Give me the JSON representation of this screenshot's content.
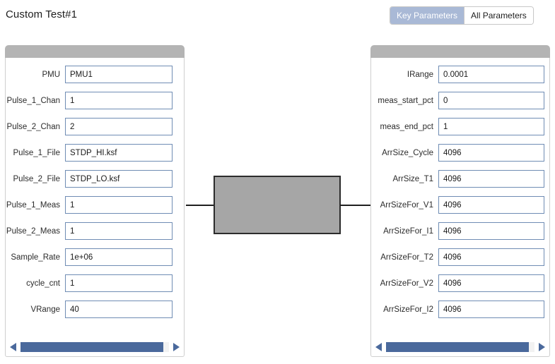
{
  "header": {
    "title": "Custom Test#1",
    "toggle": {
      "options": [
        {
          "label": "Key Parameters",
          "selected": true
        },
        {
          "label": "All Parameters",
          "selected": false
        }
      ]
    }
  },
  "colors": {
    "selected_toggle_bg": "#a9b9d6",
    "panel_header_bg": "#b4b4b4",
    "input_border": "#6f8cb4",
    "scrollbar_thumb": "#4a699c",
    "device_fill": "#a6a6a6",
    "device_border": "#2c2c2c"
  },
  "left_panel": {
    "rows": [
      {
        "label": "PMU",
        "value": "PMU1"
      },
      {
        "label": "Pulse_1_Chan",
        "value": "1"
      },
      {
        "label": "Pulse_2_Chan",
        "value": "2"
      },
      {
        "label": "Pulse_1_File",
        "value": "STDP_HI.ksf"
      },
      {
        "label": "Pulse_2_File",
        "value": "STDP_LO.ksf"
      },
      {
        "label": "Pulse_1_Meas",
        "value": "1"
      },
      {
        "label": "Pulse_2_Meas",
        "value": "1"
      },
      {
        "label": "Sample_Rate",
        "value": "1e+06"
      },
      {
        "label": "cycle_cnt",
        "value": "1"
      },
      {
        "label": "VRange",
        "value": "40"
      }
    ],
    "scrollbar": {
      "left_arrow": "triangle-left-icon",
      "right_arrow": "triangle-right-icon"
    }
  },
  "right_panel": {
    "rows": [
      {
        "label": "IRange",
        "value": "0.0001"
      },
      {
        "label": "meas_start_pct",
        "value": "0"
      },
      {
        "label": "meas_end_pct",
        "value": "1"
      },
      {
        "label": "ArrSize_Cycle",
        "value": "4096"
      },
      {
        "label": "ArrSize_T1",
        "value": "4096"
      },
      {
        "label": "ArrSizeFor_V1",
        "value": "4096"
      },
      {
        "label": "ArrSizeFor_I1",
        "value": "4096"
      },
      {
        "label": "ArrSizeFor_T2",
        "value": "4096"
      },
      {
        "label": "ArrSizeFor_V2",
        "value": "4096"
      },
      {
        "label": "ArrSizeFor_I2",
        "value": "4096"
      }
    ],
    "scrollbar": {
      "left_arrow": "triangle-left-icon",
      "right_arrow": "triangle-right-icon"
    }
  },
  "device": {
    "name": "device-under-test"
  }
}
